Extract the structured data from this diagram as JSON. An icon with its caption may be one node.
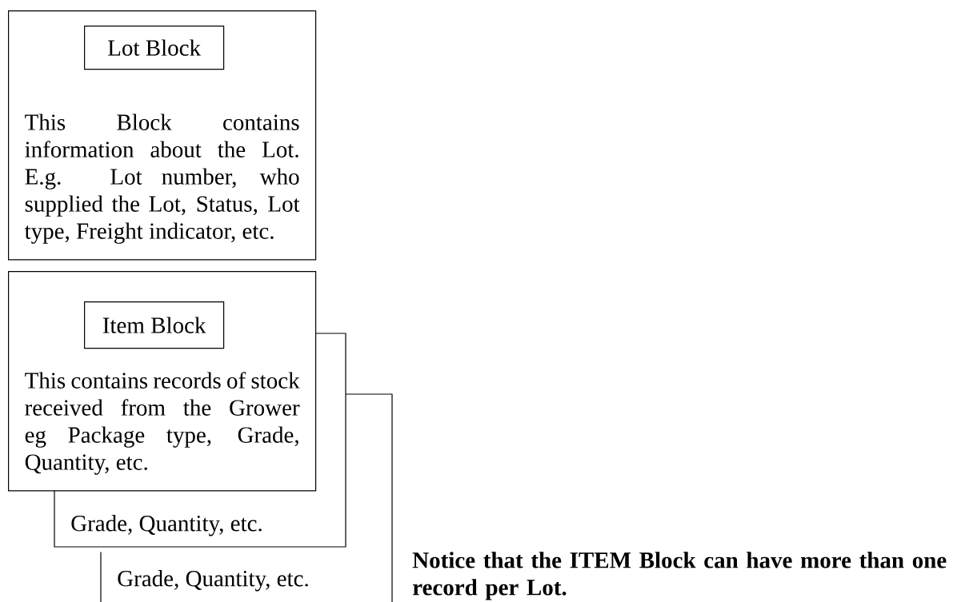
{
  "diagram": {
    "nodes": [
      {
        "text": [
          "This Block contains information about the Lot. E.g. Lot number, who supplied the Lot, Status, Lot type, Freight indicator, etc."
        ]
      },
      {
        "text": [
          "Lot Block"
        ],
        "in": 0
      },
      {
        "text": [
          "This contains records of stock received from the Grower eg Package type, Grade, Quantity, etc."
        ]
      },
      {
        "text": [
          "Item Block"
        ],
        "in": 2
      },
      {
        "text": [
          "Grade, Quantity, etc."
        ]
      },
      {
        "text": [
          "Grade, Quantity, etc."
        ]
      }
    ],
    "labels": [
      "Notice that the ITEM Block can have more than one record per Lot."
    ]
  }
}
